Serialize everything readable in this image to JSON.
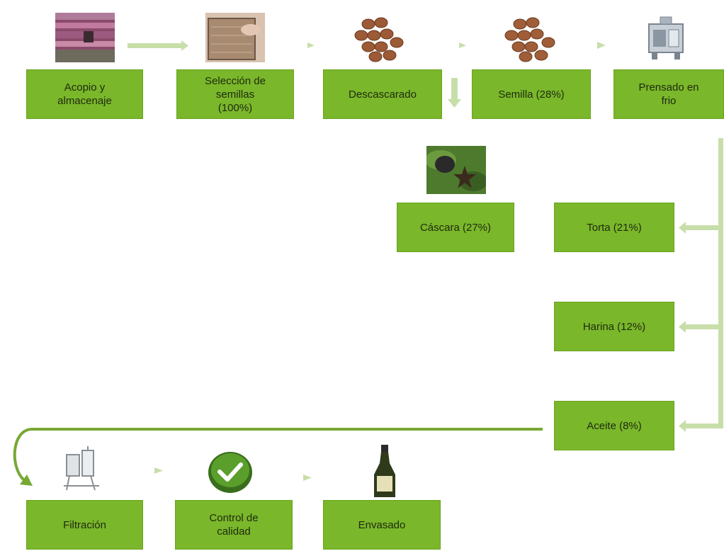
{
  "steps": {
    "acopio": "Acopio y\nalmacenaje",
    "seleccion": "Selección de\nsemillas\n(100%)",
    "descascarado": "Descascarado",
    "semilla": "Semilla (28%)",
    "prensado": "Prensado en\nfrio",
    "cascara": "Cáscara (27%)",
    "torta": "Torta (21%)",
    "harina": "Harina (12%)",
    "aceite": "Aceite (8%)",
    "filtracion": "Filtración",
    "control": "Control de\ncalidad",
    "envasado": "Envasado"
  },
  "colors": {
    "box": "#7ab72a",
    "connector": "#c8deaa",
    "line": "#78a834"
  },
  "icons": {
    "acopio": "warehouse-photo",
    "seleccion": "seed-sorting-photo",
    "descascarado": "seeds-photo",
    "semilla": "seeds-photo",
    "prensado": "cold-press-machine",
    "cascara": "shell-photo",
    "filtracion": "filter-machine",
    "control": "checkmark-badge",
    "envasado": "oil-bottle"
  }
}
